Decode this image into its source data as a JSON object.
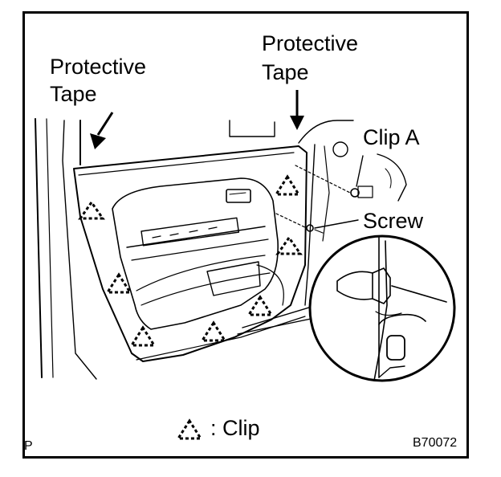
{
  "labels": {
    "protective_tape_left": "Protective\nTape",
    "protective_tape_right": "Protective\nTape",
    "clip_a": "Clip A",
    "screw": "Screw",
    "legend": ": Clip",
    "corner_mark": "P",
    "figure_code": "B70072"
  },
  "icons": {
    "clip_symbol": "dashed-triangle-icon",
    "arrow": "down-arrow-icon"
  }
}
